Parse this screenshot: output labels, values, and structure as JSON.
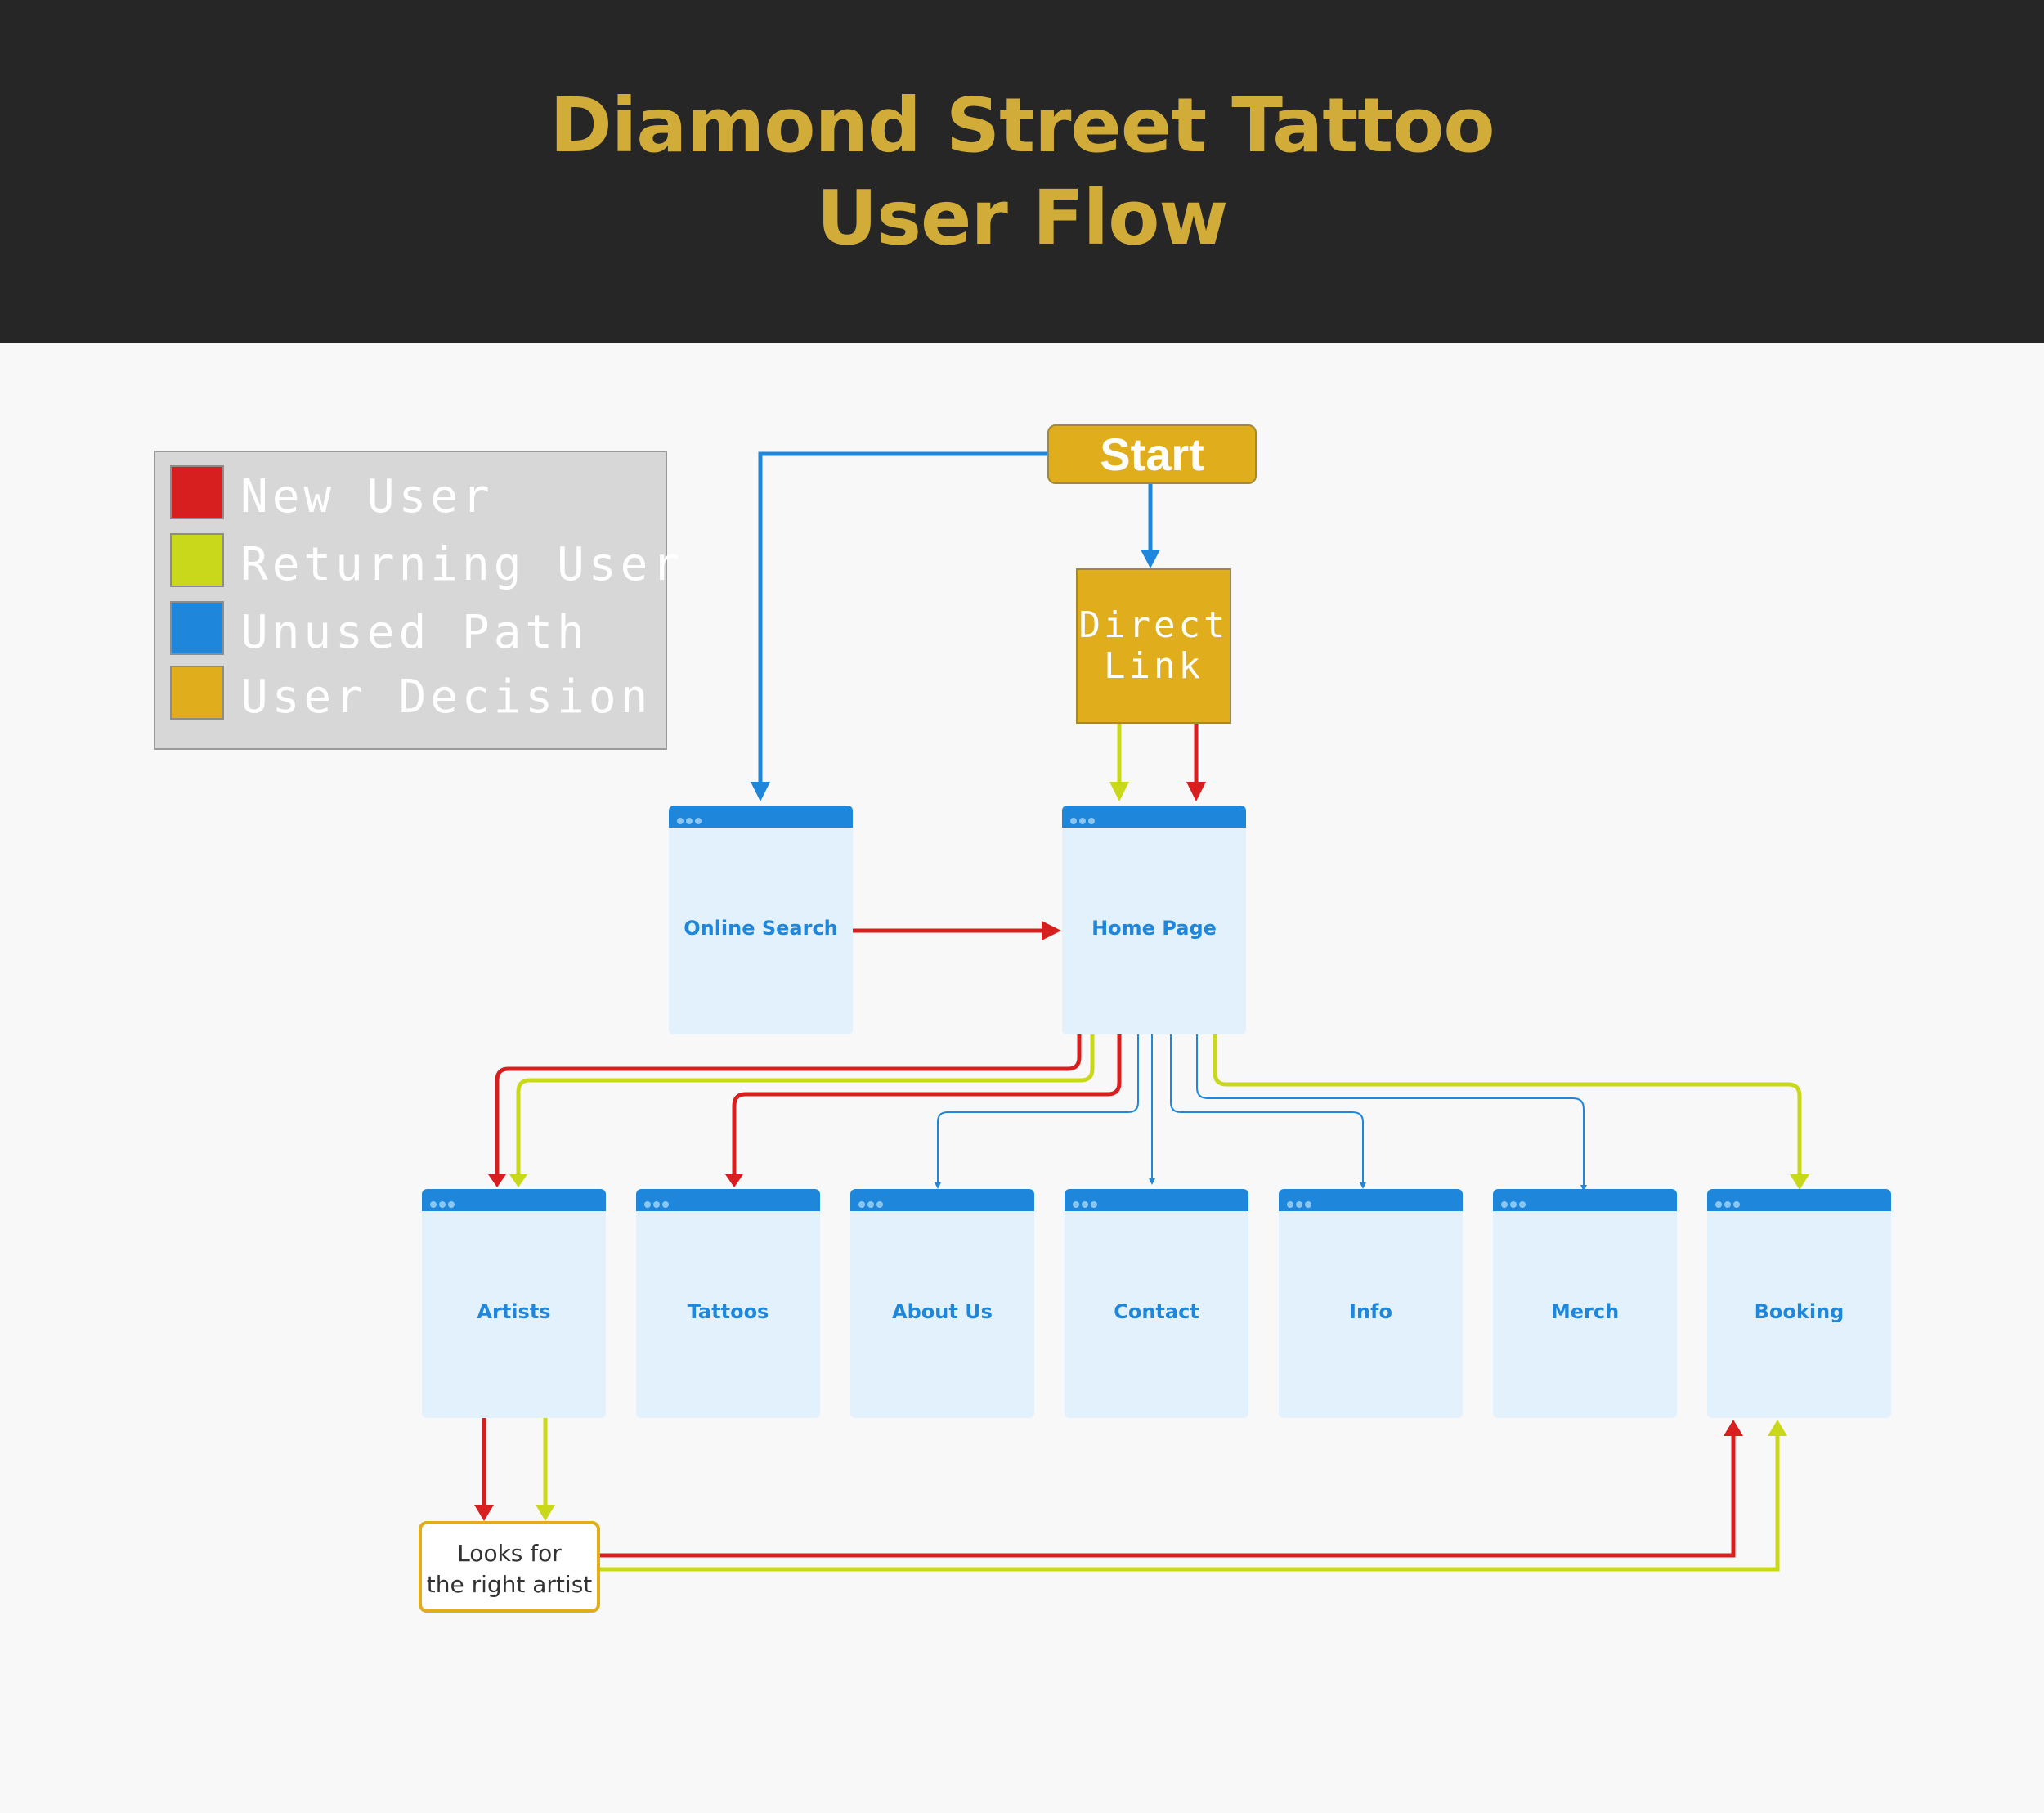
{
  "header": {
    "title_line1": "Diamond Street Tattoo",
    "title_line2": "User Flow"
  },
  "legend": {
    "items": [
      {
        "label": "New User",
        "color": "#d71f1f"
      },
      {
        "label": "Returning User",
        "color": "#cad81c"
      },
      {
        "label": "Unused Path",
        "color": "#1e87dc"
      },
      {
        "label": "User Decision",
        "color": "#e0ad1c"
      }
    ]
  },
  "nodes": {
    "start": "Start",
    "direct_link_line1": "Direct",
    "direct_link_line2": "Link",
    "online_search": "Online Search",
    "home_page": "Home Page",
    "artists": "Artists",
    "tattoos": "Tattoos",
    "about_us": "About Us",
    "contact": "Contact",
    "info": "Info",
    "merch": "Merch",
    "booking": "Booking",
    "decision_line1": "Looks for",
    "decision_line2": "the right artist"
  },
  "colors": {
    "new_user": "#d71f1f",
    "returning_user": "#cad81c",
    "unused_path": "#1e87dc",
    "user_decision": "#e0ad1c"
  }
}
